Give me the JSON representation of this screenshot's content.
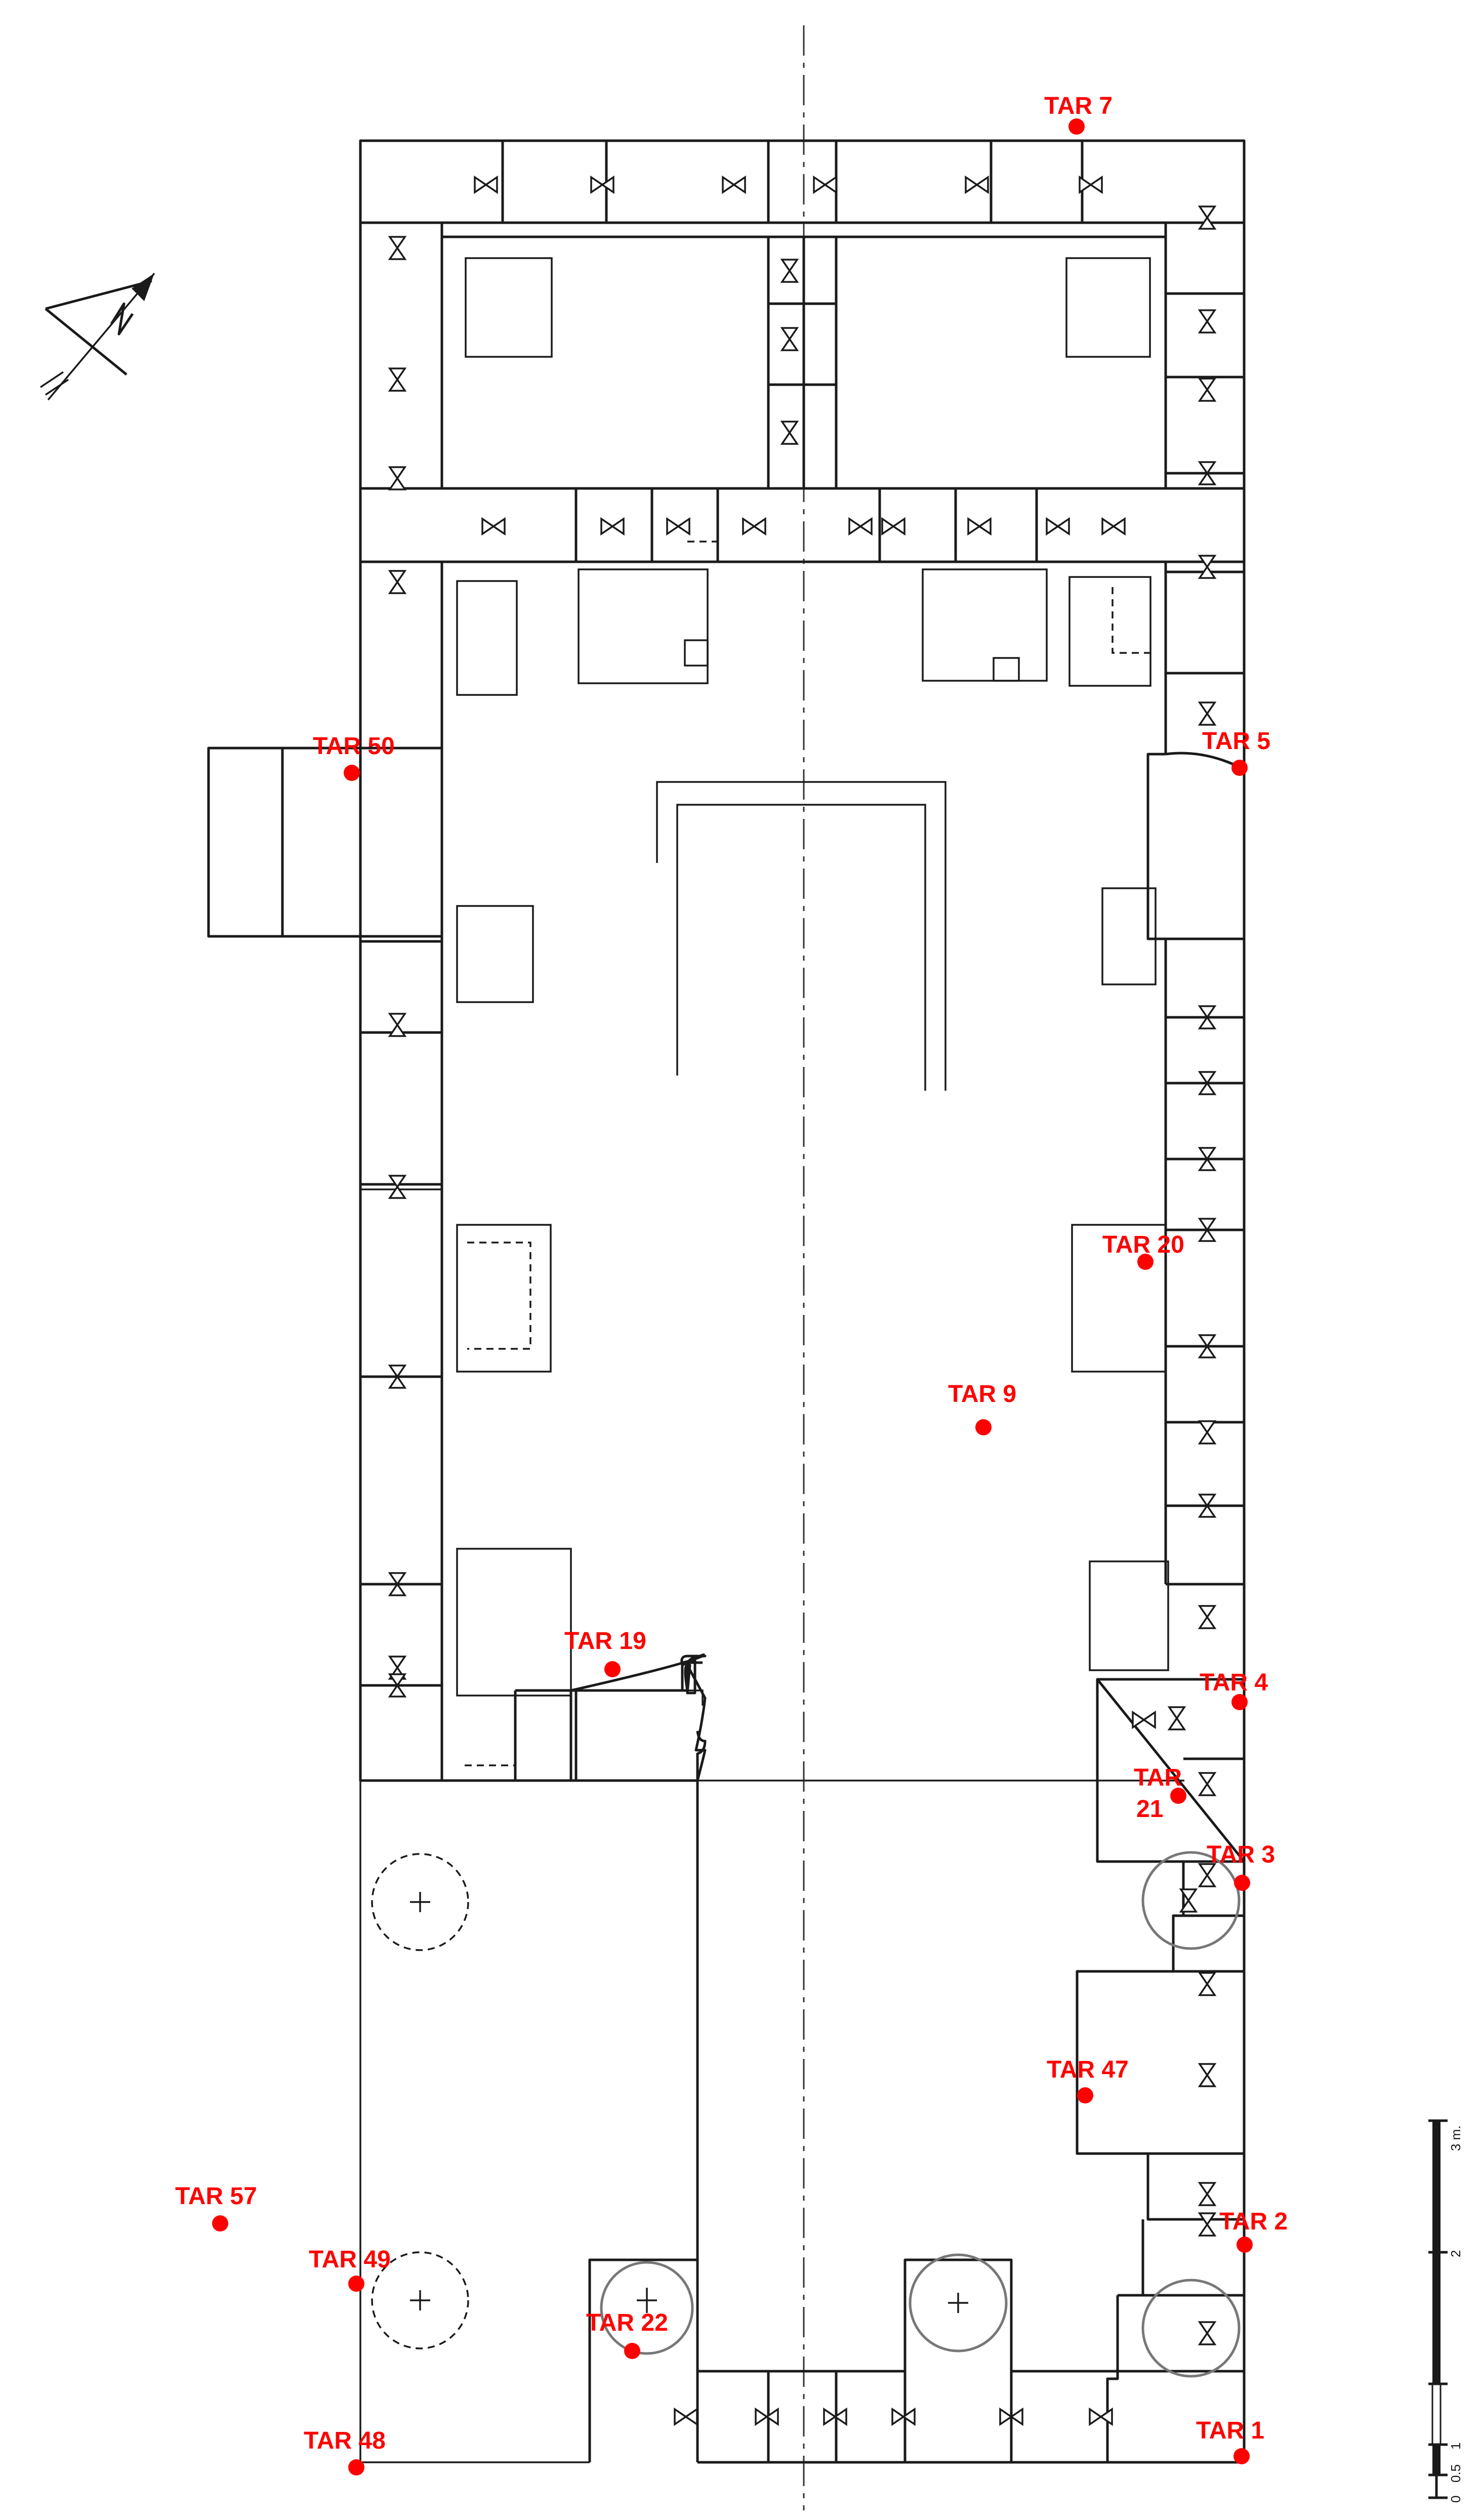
{
  "marker_color": "#ff0000",
  "scale": {
    "labels": [
      "0",
      "0.5",
      "1",
      "2",
      "3 m."
    ]
  },
  "points": [
    {
      "id": "tar7",
      "label": "TAR 7"
    },
    {
      "id": "tar50",
      "label": "TAR 50"
    },
    {
      "id": "tar5",
      "label": "TAR 5"
    },
    {
      "id": "tar20",
      "label": "TAR 20"
    },
    {
      "id": "tar9",
      "label": "TAR 9"
    },
    {
      "id": "tar19",
      "label": "TAR 19"
    },
    {
      "id": "tar4",
      "label": "TAR 4"
    },
    {
      "id": "tar21",
      "label": "TAR 21"
    },
    {
      "id": "tar3",
      "label": "TAR 3"
    },
    {
      "id": "tar47",
      "label": "TAR 47"
    },
    {
      "id": "tar57",
      "label": "TAR 57"
    },
    {
      "id": "tar2",
      "label": "TAR 2"
    },
    {
      "id": "tar49",
      "label": "TAR 49"
    },
    {
      "id": "tar22",
      "label": "TAR 22"
    },
    {
      "id": "tar48",
      "label": "TAR 48"
    },
    {
      "id": "tar1",
      "label": "TAR 1"
    }
  ]
}
